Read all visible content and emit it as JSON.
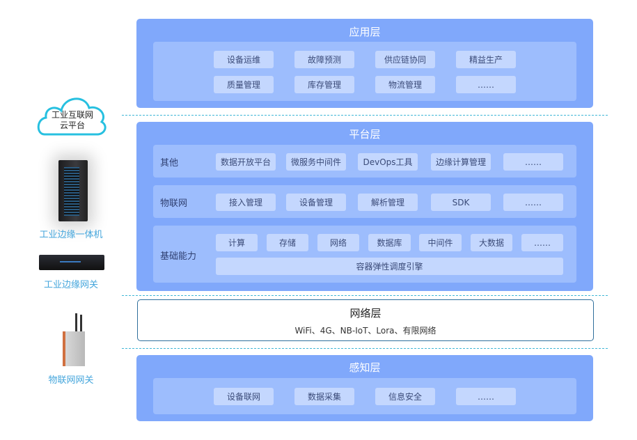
{
  "left": {
    "cloud": "工业互联网\n云平台",
    "cloud_line1": "工业互联网",
    "cloud_line2": "云平台",
    "edge_server": "工业边缘一体机",
    "edge_gateway": "工业边缘网关",
    "iot_gateway": "物联网网关"
  },
  "app": {
    "title": "应用层",
    "items": [
      "设备运维",
      "故障预测",
      "供应链协同",
      "精益生产",
      "质量管理",
      "库存管理",
      "物流管理",
      "……"
    ]
  },
  "platform": {
    "title": "平台层",
    "rows": [
      {
        "label": "其他",
        "items": [
          "数据开放平台",
          "微服务中间件",
          "DevOps工具",
          "边缘计算管理",
          "……"
        ]
      },
      {
        "label": "物联网",
        "items": [
          "接入管理",
          "设备管理",
          "解析管理",
          "SDK",
          "……"
        ]
      },
      {
        "label": "基础能力",
        "items": [
          "计算",
          "存储",
          "网络",
          "数据库",
          "中间件",
          "大数据",
          "……"
        ],
        "wide": "容器弹性调度引擎"
      }
    ]
  },
  "network": {
    "title": "网络层",
    "subtitle": "WiFi、4G、NB-IoT、Lora、有限网络"
  },
  "sensing": {
    "title": "感知层",
    "items": [
      "设备联网",
      "数据采集",
      "信息安全",
      "……"
    ]
  },
  "colors": {
    "layer": "#80a8fb",
    "band": "#9dbdfd",
    "chip": "#c4d7fe",
    "dash": "#3fb6d6"
  }
}
